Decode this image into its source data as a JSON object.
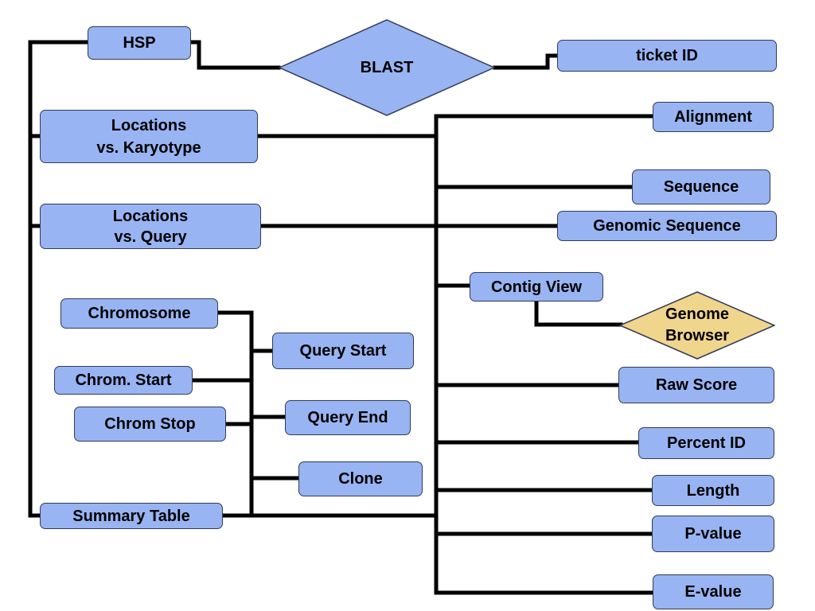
{
  "colors": {
    "box_fill": "#98b4f2",
    "box_border": "#333a55",
    "browser_fill": "#f0d58c",
    "line": "#000000"
  },
  "nodes": {
    "hsp": "HSP",
    "blast": "BLAST",
    "ticket_id": "ticket ID",
    "locations_karyotype": [
      "Locations",
      "vs. Karyotype"
    ],
    "locations_query": [
      "Locations",
      "vs. Query"
    ],
    "chromosome": "Chromosome",
    "chrom_start": "Chrom. Start",
    "chrom_stop": "Chrom Stop",
    "query_start": "Query Start",
    "query_end": "Query End",
    "clone": "Clone",
    "summary_table": "Summary Table",
    "alignment": "Alignment",
    "sequence": "Sequence",
    "genomic_sequence": "Genomic Sequence",
    "contig_view": "Contig View",
    "genome_browser": [
      "Genome",
      "Browser"
    ],
    "raw_score": "Raw Score",
    "percent_id": "Percent ID",
    "length": "Length",
    "p_value": "P-value",
    "e_value": "E-value"
  }
}
